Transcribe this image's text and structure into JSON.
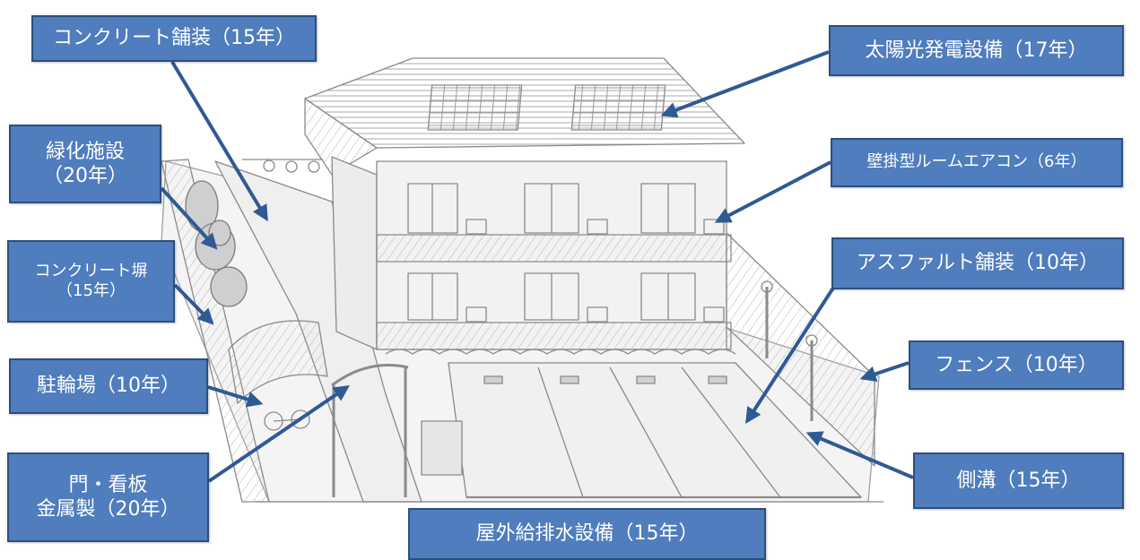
{
  "colors": {
    "label_fill": "#4f7dbd",
    "label_border": "#2c4f7e",
    "label_text": "#ffffff",
    "arrow": "#2f5a94",
    "sketch_line": "#8a8a8a"
  },
  "labels": {
    "concrete_paving": "コンクリート舗装（15年）",
    "solar": "太陽光発電設備（17年）",
    "greening_1": "緑化施設",
    "greening_2": "（20年）",
    "aircon": "壁掛型ルームエアコン（6年）",
    "wall_1": "コンクリート塀",
    "wall_2": "（15年）",
    "asphalt": "アスファルト舗装（10年）",
    "bicycle": "駐輪場（10年）",
    "fence": "フェンス（10年）",
    "gate_1": "門・看板",
    "gate_2": "金属製（20年）",
    "gutter": "側溝（15年）",
    "water": "屋外給排水設備（15年）"
  }
}
